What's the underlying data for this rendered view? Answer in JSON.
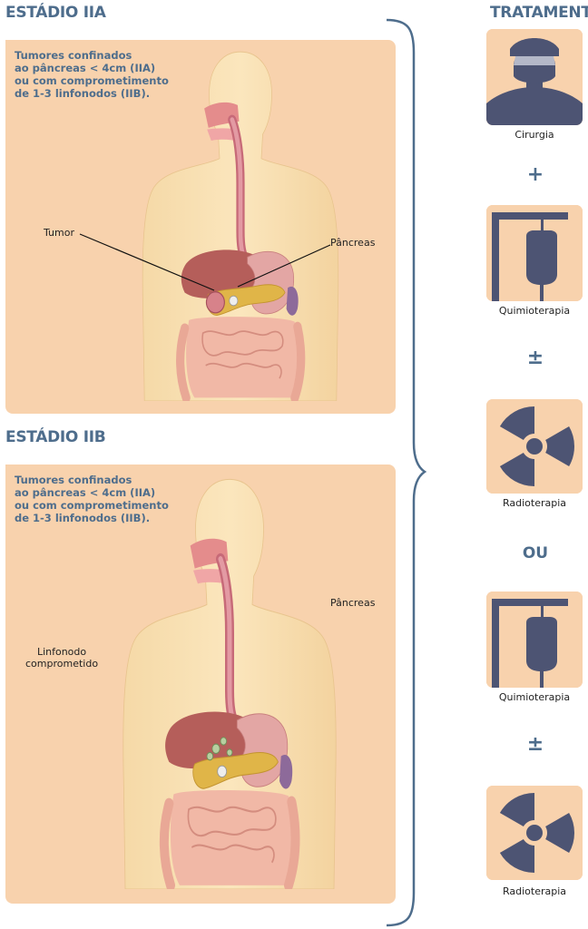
{
  "stage_iia": {
    "heading": "ESTÁDIO IIA",
    "desc_lines": [
      "Tumores confinados",
      "ao pâncreas < 4cm (IIA)",
      "ou com comprometimento",
      "de 1-3 linfonodos (IIB)."
    ],
    "label_tumor": "Tumor",
    "label_pancreas": "Pâncreas"
  },
  "stage_iib": {
    "heading": "ESTÁDIO IIB",
    "desc_lines": [
      "Tumores confinados",
      "ao pâncreas < 4cm (IIA)",
      "ou com comprometimento",
      "de 1-3 linfonodos (IIB)."
    ],
    "label_node_lines": [
      "Linfonodo",
      "comprometido"
    ],
    "label_pancreas": "Pâncreas"
  },
  "treatment": {
    "heading": "TRATAMENTO",
    "items": [
      {
        "icon": "surgeon-icon",
        "label": "Cirurgia"
      },
      {
        "op": "+"
      },
      {
        "icon": "iv-bag-icon",
        "label": "Quimioterapia"
      },
      {
        "op": "±"
      },
      {
        "icon": "radiation-icon",
        "label": "Radioterapia"
      },
      {
        "op": "OU"
      },
      {
        "icon": "iv-bag-icon",
        "label": "Quimioterapia"
      },
      {
        "op": "±"
      },
      {
        "icon": "radiation-icon",
        "label": "Radioterapia"
      }
    ]
  },
  "colors": {
    "heading": "#4e6d8c",
    "panel": "#f8d2ad",
    "icon": "#4d5473"
  }
}
